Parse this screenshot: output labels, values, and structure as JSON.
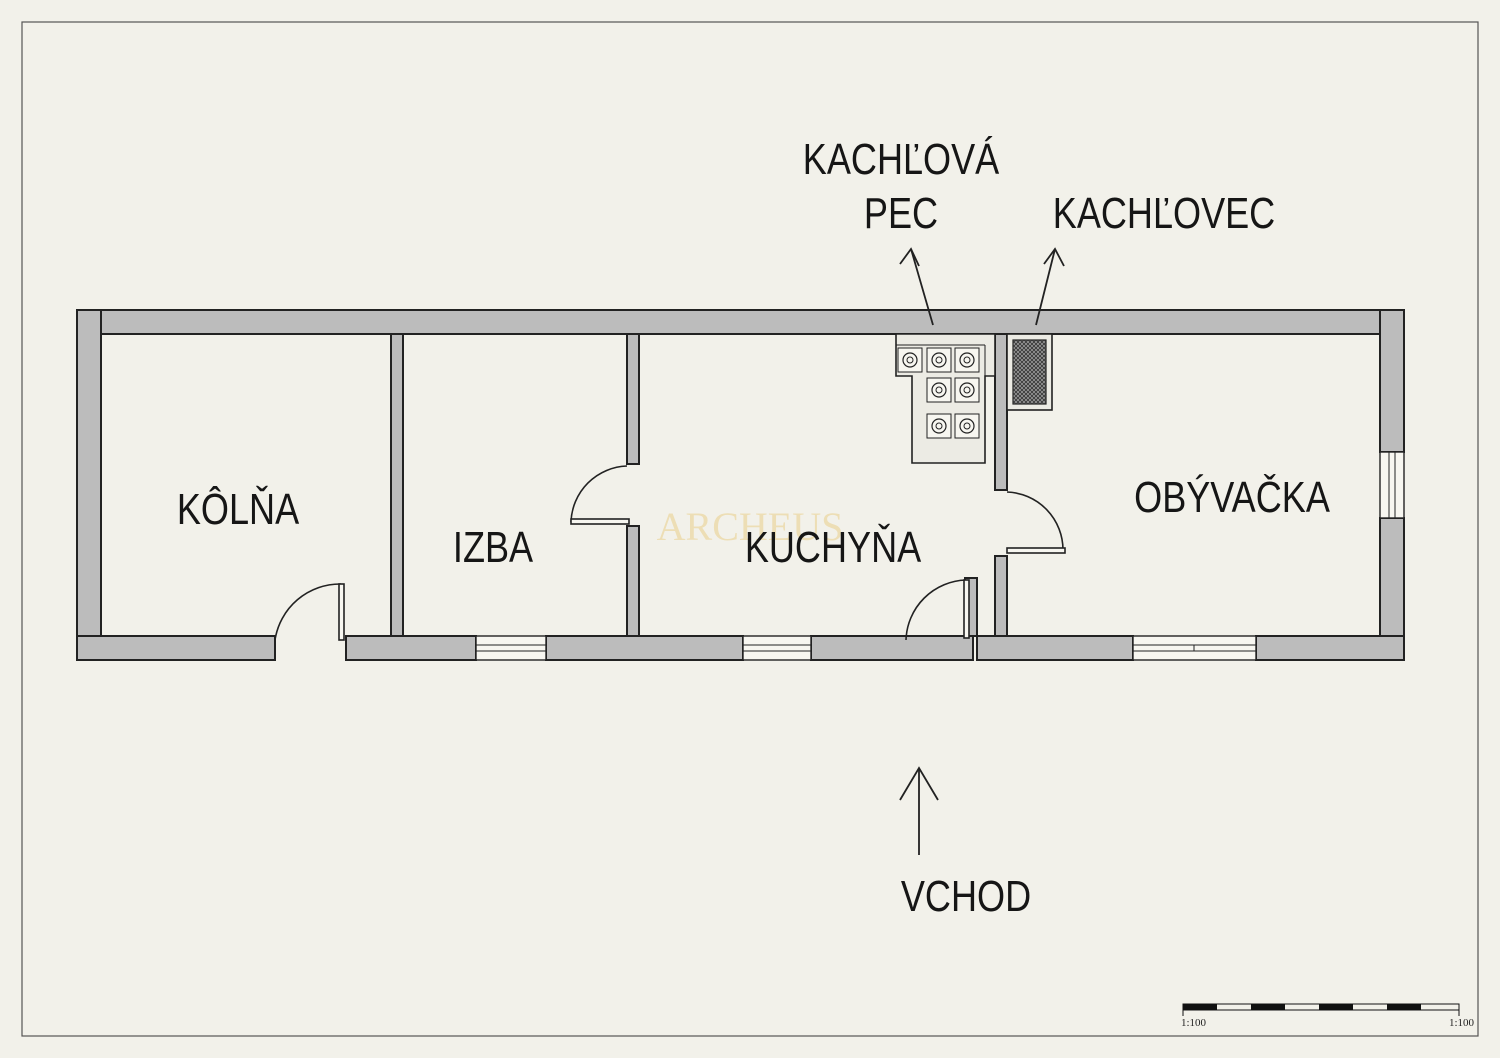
{
  "rooms": {
    "kolna": "KÔLŇA",
    "izba": "IZBA",
    "kuchyna": "KUCHYŇA",
    "obyvacka": "OBÝVAČKA"
  },
  "callouts": {
    "pec_line1": "KACHĽOVÁ",
    "pec_line2": "PEC",
    "kachlovec": "KACHĽOVEC",
    "entrance": "VCHOD"
  },
  "watermark": "ARCHEUS",
  "scale": {
    "left": "1:100",
    "right": "1:100"
  }
}
